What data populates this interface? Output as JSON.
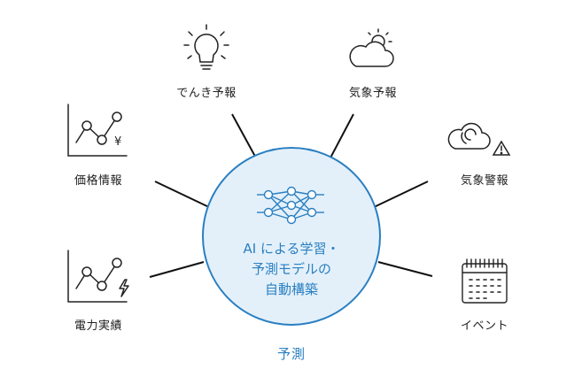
{
  "center": {
    "lines": [
      "AI による学習・",
      "予測モデルの",
      "自動構築"
    ],
    "caption": "予測"
  },
  "inputs": [
    {
      "label": "でんき予報",
      "icon": "lightbulb-icon"
    },
    {
      "label": "気象予報",
      "icon": "sun-cloud-icon"
    },
    {
      "label": "価格情報",
      "icon": "price-chart-yen-icon"
    },
    {
      "label": "気象警報",
      "icon": "storm-warning-icon"
    },
    {
      "label": "電力実績",
      "icon": "power-chart-bolt-icon"
    },
    {
      "label": "イベント",
      "icon": "calendar-icon"
    }
  ],
  "colors": {
    "accent": "#2a7fc1",
    "circle_fill": "#e3f0fa",
    "line": "#111111",
    "icon": "#222222"
  }
}
